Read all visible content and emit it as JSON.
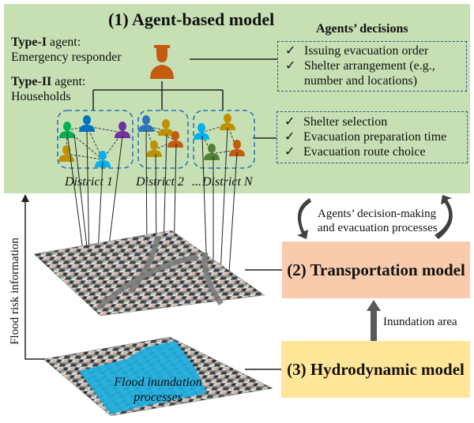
{
  "agent_model": {
    "title": "(1) Agent-based model",
    "type1_label_bold": "Type-I",
    "type1_label_rest": " agent:",
    "type1_role": "Emergency responder",
    "type2_label_bold": "Type-II",
    "type2_label_rest": " agent:",
    "type2_role": "Households",
    "decisions_heading": "Agents’ decisions",
    "responder_decisions": [
      {
        "check": "✓",
        "text": "Issuing evacuation order"
      },
      {
        "check": "✓",
        "text": "Shelter arrangement (e.g.,"
      },
      {
        "check": "",
        "text": "number and locations)"
      }
    ],
    "household_decisions": [
      {
        "check": "✓",
        "text": "Shelter selection"
      },
      {
        "check": "✓",
        "text": "Evacuation preparation time"
      },
      {
        "check": "✓",
        "text": "Evacuation route choice"
      }
    ],
    "districts": [
      {
        "label": "District 1",
        "agent_colors": [
          "#00b050",
          "#0070c0",
          "#7030a0",
          "#bf9000",
          "#00b0f0"
        ]
      },
      {
        "label": "District 2",
        "agent_colors": [
          "#2e75b6",
          "#bf9000",
          "#c55a11",
          "#bf9000"
        ]
      },
      {
        "label": "District N",
        "agent_colors": [
          "#00b0f0",
          "#bf9000",
          "#548235",
          "#c55a11"
        ]
      }
    ],
    "ellipsis": "...",
    "responder_color": "#c55a11",
    "panel_color": "#c6e0b4"
  },
  "cycle_label_line1": "Agents’ decision-making",
  "cycle_label_line2": "and evacuation processes",
  "transport_model": {
    "title": "(2) Transportation model",
    "color": "#f8cbad"
  },
  "hydro_model": {
    "title": "(3) Hydrodynamic model",
    "color": "#ffe699"
  },
  "inundation_area_label": "Inundation area",
  "flood_risk_label": "Flood risk information",
  "flood_processes_line1": "Flood inundation",
  "flood_processes_line2": "processes",
  "flood_color": "#1eaee0"
}
